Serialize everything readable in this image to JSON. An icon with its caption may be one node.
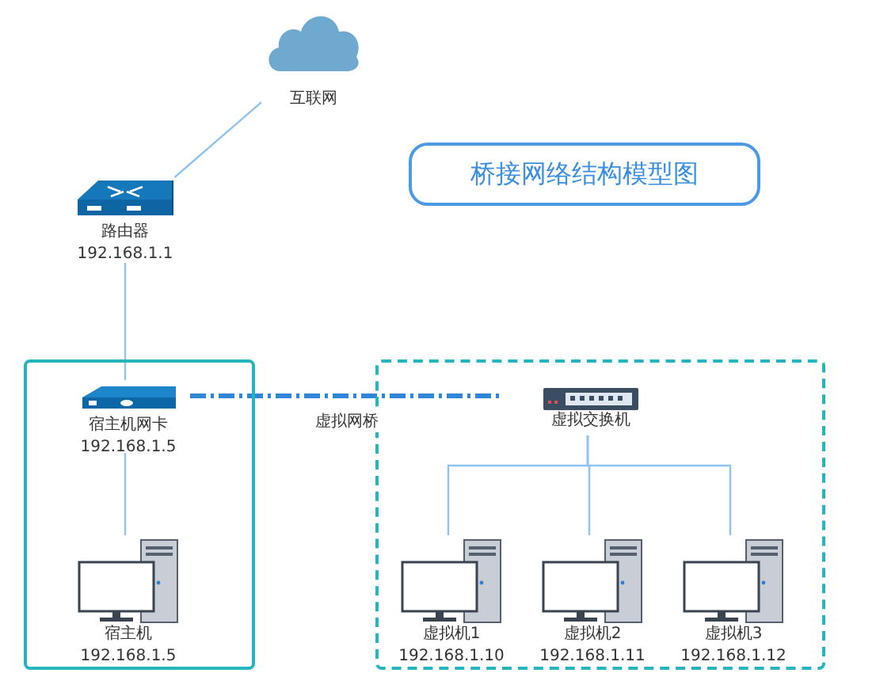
{
  "diagram": {
    "title": "桥接网络结构模型图",
    "nodes": [
      {
        "text": [
          "互联网"
        ]
      },
      {
        "text": [
          "路由器",
          "192.168.1.1"
        ]
      },
      {
        "text": [],
        "shape": "box"
      },
      {
        "text": [
          "宿主机网卡",
          "192.168.1.5"
        ],
        "in": 2
      },
      {
        "text": [
          "宿主机",
          "192.168.1.5"
        ],
        "in": 2
      },
      {
        "text": [],
        "shape": "box"
      },
      {
        "text": [
          "虚拟交换机"
        ],
        "in": 5
      },
      {
        "text": [
          "虚拟机1",
          "192.168.1.10"
        ],
        "in": 5
      },
      {
        "text": [
          "虚拟机2",
          "192.168.1.11"
        ],
        "in": 5
      },
      {
        "text": [
          "虚拟机3",
          "192.168.1.12"
        ],
        "in": 5
      }
    ],
    "edges": [
      {
        "from": 0,
        "to": 1,
        "arrow": "none"
      },
      {
        "from": 1,
        "to": 3,
        "arrow": "none"
      },
      {
        "from": 3,
        "to": 4,
        "arrow": "none"
      },
      {
        "from": 3,
        "to": 6,
        "arrow": "none",
        "label": "虚拟网桥",
        "style": "dashed",
        "color": "#2f86d9"
      },
      {
        "from": 6,
        "to": 7,
        "arrow": "none"
      },
      {
        "from": 6,
        "to": 8,
        "arrow": "none"
      },
      {
        "from": 6,
        "to": 9,
        "arrow": "none"
      }
    ]
  }
}
